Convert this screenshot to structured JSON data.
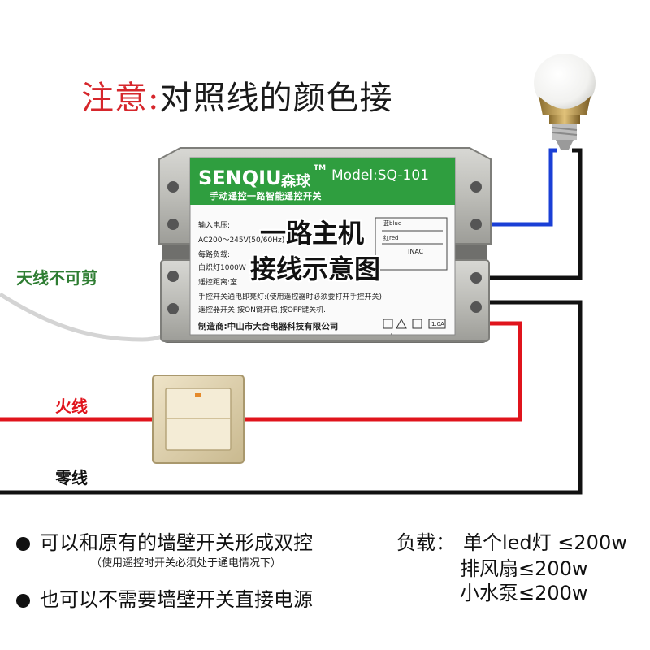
{
  "title": {
    "warning": "注意:",
    "text": "对照线的颜色接"
  },
  "device": {
    "brand": "SENQIU",
    "brand_cn": "森球",
    "trademark": "TM",
    "model": "Model:SQ-101",
    "subtitle": "手动遥控一路智能遥控开关",
    "spec_input": "输入电压:",
    "spec_voltage": "AC200～245V(50/60Hz)",
    "spec_load": "每路负载:",
    "spec_lamp": "白炽灯1000W",
    "spec_range": "遥控距离:室",
    "spec_manual": "手控开关通电即亮灯:(使用遥控器时必须要打开手控开关)",
    "spec_remote": "遥控器开关:按ON键开启,按OFF键关机.",
    "manufacturer": "制造商:中山市大合电器科技有限公司",
    "terminal_blue": "蓝blue",
    "terminal_red": "红red",
    "terminal_inac": "INAC",
    "fuse": "1.0A"
  },
  "overlay": {
    "line1": "一路主机",
    "line2": "接线示意图"
  },
  "labels": {
    "antenna": "天线不可剪",
    "live": "火线",
    "neutral": "零线"
  },
  "bottom": {
    "bullet1": "可以和原有的墙壁开关形成双控",
    "bullet1_note": "（使用遥控时开关必须处于通电情况下）",
    "bullet2": "也可以不需要墙壁开关直接电源",
    "load_label": "负载：",
    "load1": "单个led灯 ≤200w",
    "load2": "排风扇≤200w",
    "load3": "小水泵≤200w"
  },
  "colors": {
    "warning": "#d6262b",
    "live_wire": "#e0141c",
    "neutral_wire": "#111111",
    "lamp_wire": "#1a3fd6",
    "antenna_label": "#2e7d32",
    "panel_green": "#2f9e3f"
  }
}
